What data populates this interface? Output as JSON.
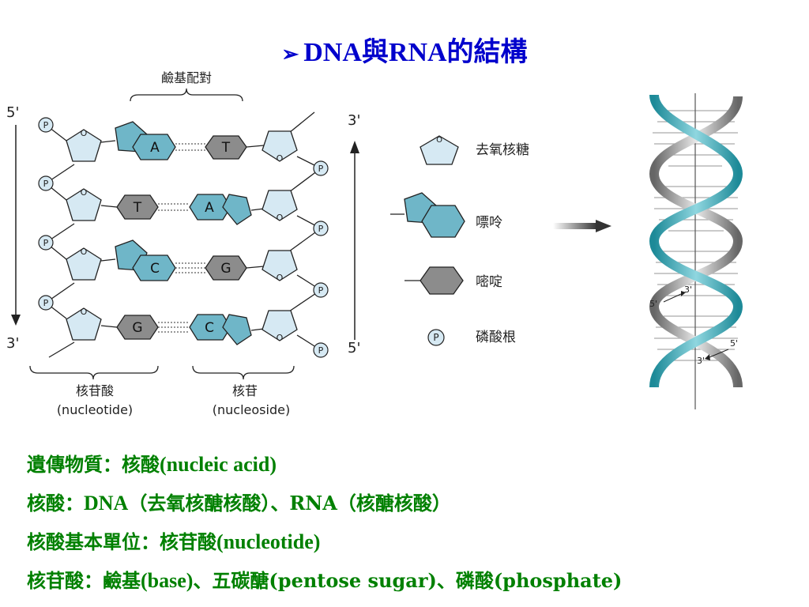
{
  "title": {
    "arrow": "➢",
    "text": "DNA與RNA的結構"
  },
  "diagram": {
    "base_pairing_label": "鹼基配對",
    "left_top_end": "5'",
    "left_bottom_end": "3'",
    "right_top_end": "3'",
    "right_bottom_end": "5'",
    "phosphate_symbol": "P",
    "sugar_oxygen": "O",
    "rows": [
      {
        "left_base": "A",
        "right_base": "T"
      },
      {
        "left_base": "T",
        "right_base": "A"
      },
      {
        "left_base": "C",
        "right_base": "G"
      },
      {
        "left_base": "G",
        "right_base": "C"
      }
    ],
    "nucleotide_label_zh": "核苷酸",
    "nucleotide_label_en": "(nucleotide)",
    "nucleoside_label_zh": "核苷",
    "nucleoside_label_en": "(nucleoside)"
  },
  "legend": {
    "deoxyribose": "去氧核糖",
    "purine": "嘌呤",
    "pyrimidine": "嘧啶",
    "phosphate": "磷酸根"
  },
  "helix": {
    "label_5a": "5'",
    "label_3a": "3'",
    "label_5b": "5'",
    "label_3b": "3'"
  },
  "lines": [
    {
      "a": "遺傳物質：核酸",
      "b": "(nucleic acid)",
      "c": ""
    },
    {
      "a": "核酸：",
      "b": "DNA",
      "c": "（去氧核醣核酸）、RNA（核醣核酸）"
    },
    {
      "a": "核酸基本單位：核苷酸",
      "b": "(nucleotide)",
      "c": ""
    },
    {
      "a": "核苷酸：鹼基",
      "b": "(base)",
      "c": "、五碳醣(pentose sugar)、磷酸(phosphate)"
    }
  ],
  "colors": {
    "title": "#0000cc",
    "text": "#008000",
    "sugar_fill": "#d6e9f3",
    "purine_fill": "#6fb6c8",
    "pyrimidine_fill": "#8c8c8c",
    "helix_teal": "#3aa3b0"
  }
}
